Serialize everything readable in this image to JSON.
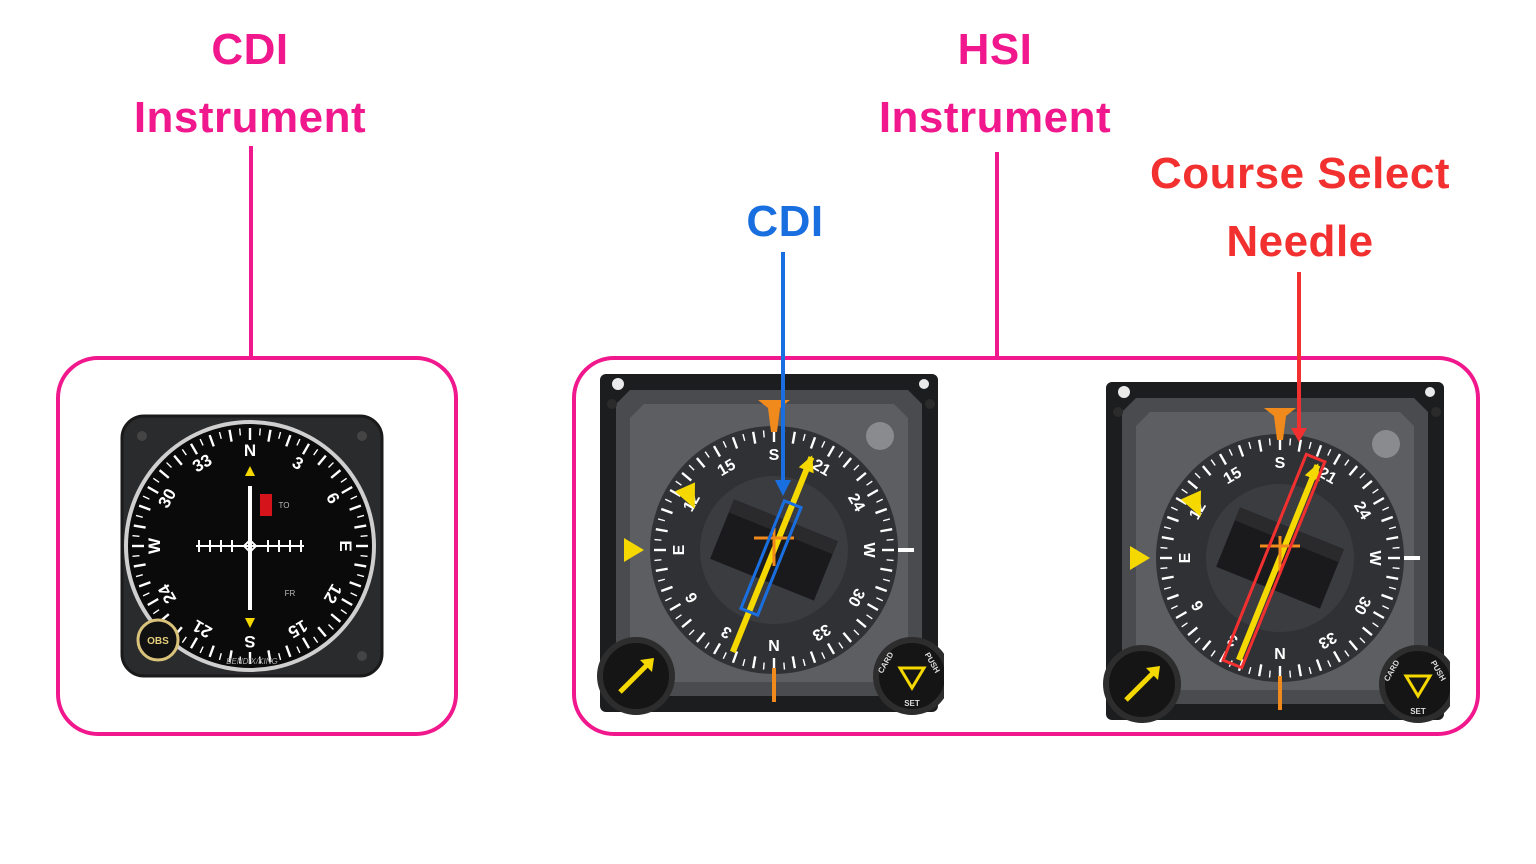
{
  "labels": {
    "cdi_instrument_line1": "CDI",
    "cdi_instrument_line2": "Instrument",
    "hsi_instrument_line1": "HSI",
    "hsi_instrument_line2": "Instrument",
    "cdi_pointer": "CDI",
    "course_select_line1": "Course Select",
    "course_select_line2": "Needle"
  },
  "cdi_gauge": {
    "card_labels": [
      "33",
      "N",
      "3",
      "6",
      "E",
      "12",
      "15",
      "S",
      "21",
      "24",
      "W",
      "30"
    ],
    "to_flag": "TO",
    "from_flag": "FR",
    "obs_label": "OBS",
    "brand": "BENDIX/KING"
  },
  "hsi_gauge": {
    "card_labels": [
      "S",
      "21",
      "24",
      "W",
      "30",
      "33",
      "N",
      "3",
      "6",
      "E",
      "12",
      "15"
    ],
    "knob_line1": "PUSH",
    "knob_line2": "CARD",
    "knob_line3": "SET"
  },
  "colors": {
    "annotation_pink": "#f0188c",
    "annotation_blue": "#1a6fe0",
    "annotation_red": "#f23030",
    "needle_yellow": "#f5d800",
    "lubber_orange": "#f08a1c"
  }
}
